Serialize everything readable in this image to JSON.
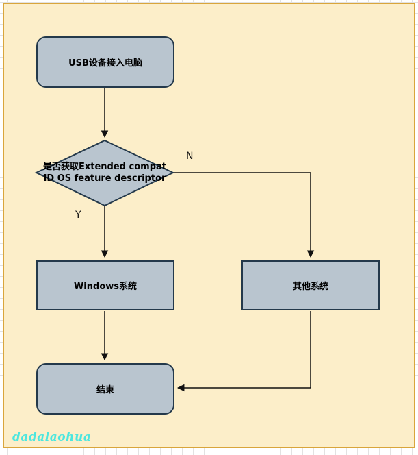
{
  "canvas": {
    "background_color": "#FCEEC9",
    "border_color": "#D9A53B",
    "grid_color": "#E2E2E2"
  },
  "flowchart": {
    "node_fill_color": "#B9C5CF",
    "node_border_color": "#24394B",
    "connector_color": "#111111",
    "nodes": [
      {
        "id": "start",
        "type": "rounded-rect",
        "label": "USB设备接入电脑"
      },
      {
        "id": "decision",
        "type": "diamond",
        "label": "是否获取Extended compat ID OS feature descriptor",
        "label_line1": "是否获取Extended compat",
        "label_line2": "ID OS feature descriptor"
      },
      {
        "id": "windows",
        "type": "rect",
        "label": "Windows系统"
      },
      {
        "id": "other",
        "type": "rect",
        "label": "其他系统"
      },
      {
        "id": "end",
        "type": "rounded-rect",
        "label": "结束"
      }
    ],
    "edge_labels": {
      "yes": "Y",
      "no": "N"
    }
  },
  "watermark": {
    "text": "dadalaohua",
    "color": "#4BE6DF"
  }
}
